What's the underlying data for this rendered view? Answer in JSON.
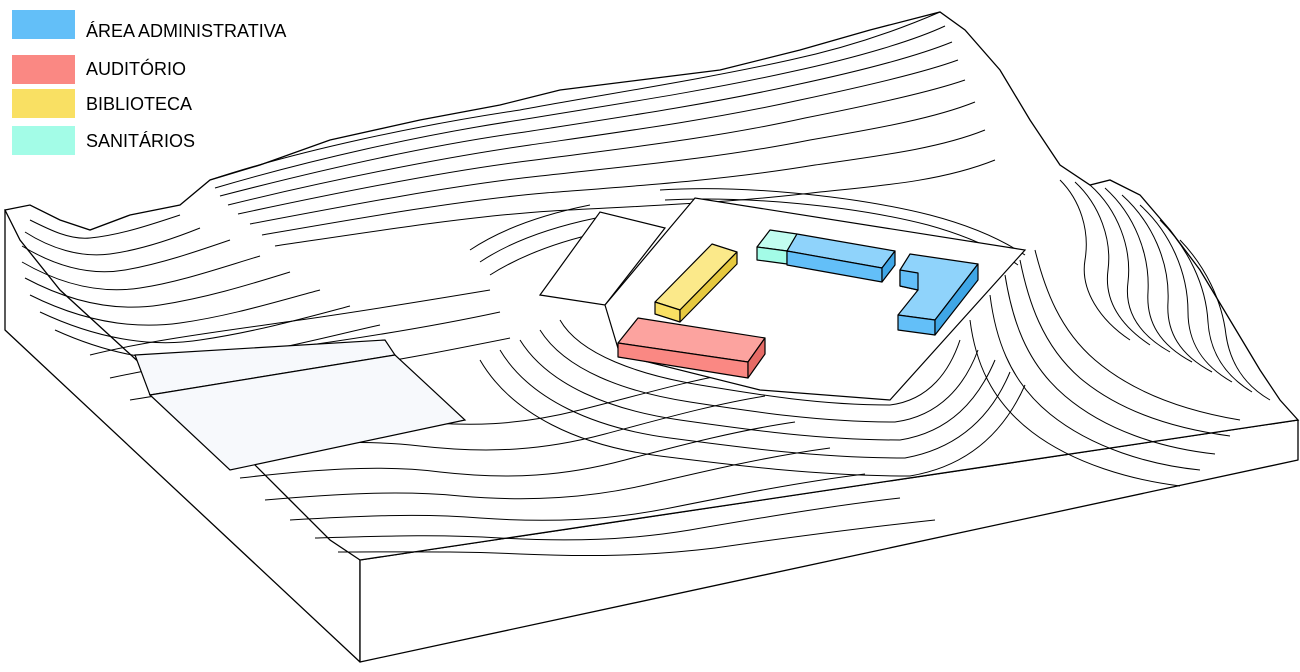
{
  "legend": {
    "items": [
      {
        "label": "ÁREA ADMINISTRATIVA",
        "color": "#63bff8"
      },
      {
        "label": "AUDITÓRIO",
        "color": "#fa8883"
      },
      {
        "label": "BIBLIOTECA",
        "color": "#f9e063"
      },
      {
        "label": "SANITÁRIOS",
        "color": "#a3fce7"
      }
    ]
  },
  "colors": {
    "line": "#000000",
    "ground": "#ffffff",
    "field": "#f7f9fc",
    "administrativa": "#63bff8",
    "administrativa_top": "#8fd3fb",
    "administrativa_side": "#3fa6e6",
    "auditorio": "#fa8883",
    "auditorio_top": "#fca39f",
    "auditorio_side": "#e66b66",
    "biblioteca": "#f9e063",
    "biblioteca_top": "#fbe98a",
    "biblioteca_side": "#e6c93f",
    "sanitarios": "#a3fce7",
    "sanitarios_top": "#c2fdf0",
    "sanitarios_side": "#7fe8cf"
  }
}
